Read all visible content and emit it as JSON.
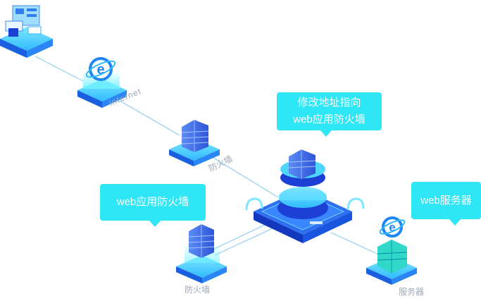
{
  "bubbles": {
    "redirect_line1": "修改地址指向",
    "redirect_line2": "web应用防火墙",
    "waf": "web应用防火墙",
    "server": "web服务器"
  },
  "labels": {
    "internet": "internet",
    "firewall_1": "防火墙",
    "firewall_2": "防火墙",
    "server": "服务器"
  },
  "colors": {
    "bubble": "#2ee6f5",
    "platform_top": "#4fd6ff",
    "platform_side": "#1a6cf0",
    "hub_dark": "#1c3fd6",
    "link": "#8fd0f0"
  }
}
